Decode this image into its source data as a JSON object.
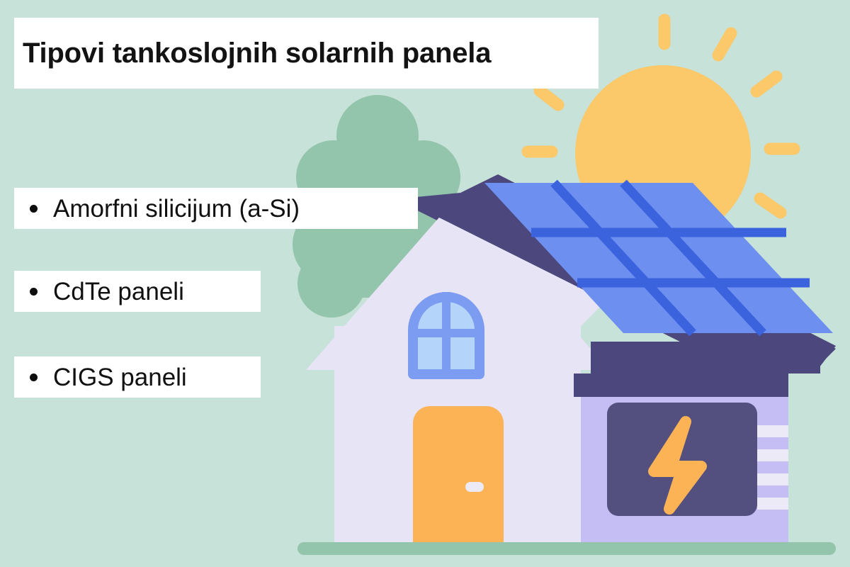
{
  "slide": {
    "background_color": "#c7e2d8",
    "title": {
      "text": "Tipovi tankoslojnih solarnih panela",
      "box_color": "#ffffff",
      "text_color": "#131313"
    },
    "bullets": [
      {
        "text": "Amorfni silicijum (a-Si)"
      },
      {
        "text": "CdTe paneli"
      },
      {
        "text": "CIGS paneli"
      }
    ]
  },
  "illustration": {
    "name": "house-with-solar-panel-scene",
    "colors": {
      "background": "#c7e2d8",
      "sun": "#fbc86a",
      "sun_ray": "#fbc86a",
      "tree_foliage": "#93c4ac",
      "tree_trunk": "#7bab93",
      "ground": "#93c4ac",
      "house_wall": "#e7e4f5",
      "house_wall_right": "#c5bef5",
      "roof": "#4c477d",
      "solar_cell": "#6d8ff0",
      "solar_grid": "#3b63de",
      "window_frame": "#7b9cf0",
      "window_pane": "#b5d4fa",
      "door": "#fbb356",
      "door_handle": "#eceaf7",
      "meter_box": "#53507f",
      "bolt": "#fbb356",
      "stripe": "#eceaf7"
    },
    "parts": [
      {
        "name": "sun",
        "label": "sun"
      },
      {
        "name": "sun-rays",
        "label": "sun rays"
      },
      {
        "name": "tree",
        "label": "tree"
      },
      {
        "name": "house",
        "label": "house"
      },
      {
        "name": "solar-panel",
        "label": "solar panel"
      },
      {
        "name": "arched-window",
        "label": "arched window"
      },
      {
        "name": "front-door",
        "label": "front door"
      },
      {
        "name": "electricity-meter",
        "label": "electricity meter with lightning bolt"
      },
      {
        "name": "ground",
        "label": "ground"
      }
    ]
  }
}
